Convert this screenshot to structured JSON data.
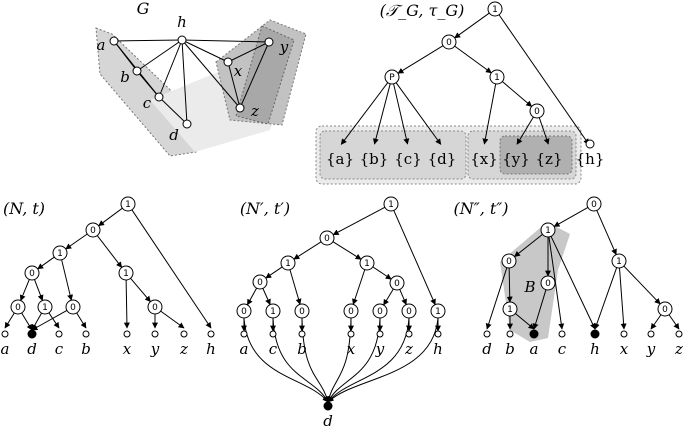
{
  "panels": {
    "graph": {
      "title": "G",
      "vertices": [
        {
          "id": "h",
          "label": "h"
        },
        {
          "id": "a",
          "label": "a"
        },
        {
          "id": "b",
          "label": "b"
        },
        {
          "id": "c",
          "label": "c"
        },
        {
          "id": "d",
          "label": "d"
        },
        {
          "id": "x",
          "label": "x"
        },
        {
          "id": "y",
          "label": "y"
        },
        {
          "id": "z",
          "label": "z"
        }
      ],
      "edges": [
        [
          "a",
          "h"
        ],
        [
          "a",
          "b"
        ],
        [
          "b",
          "c"
        ],
        [
          "c",
          "d"
        ],
        [
          "a",
          "c"
        ],
        [
          "b",
          "h"
        ],
        [
          "c",
          "h"
        ],
        [
          "d",
          "h"
        ],
        [
          "h",
          "x"
        ],
        [
          "h",
          "y"
        ],
        [
          "h",
          "z"
        ],
        [
          "x",
          "y"
        ],
        [
          "x",
          "z"
        ],
        [
          "y",
          "z"
        ]
      ]
    },
    "tree_tg": {
      "title": "(T́G, τG)",
      "title_text": "(𝒯_G, τ_G)",
      "nodes": [
        {
          "id": "r",
          "label": "1"
        },
        {
          "id": "n0",
          "label": "0"
        },
        {
          "id": "p",
          "label": "P"
        },
        {
          "id": "n1",
          "label": "1"
        },
        {
          "id": "n0b",
          "label": "0"
        }
      ],
      "leaves": [
        "{a}",
        "{b}",
        "{c}",
        "{d}",
        "{x}",
        "{y}",
        "{z}",
        "{h}"
      ]
    },
    "net_n": {
      "title": "(N, t)",
      "leaves": [
        "a",
        "d",
        "c",
        "b",
        "x",
        "y",
        "z",
        "h"
      ]
    },
    "net_n1": {
      "title": "(N′, t′)",
      "leaves": [
        "a",
        "c",
        "b",
        "x",
        "y",
        "z",
        "h"
      ],
      "bottom_leaf": "d"
    },
    "net_n2": {
      "title": "(N″, t″)",
      "block_label": "B",
      "leaves": [
        "d",
        "b",
        "a",
        "c",
        "h",
        "x",
        "y",
        "z"
      ]
    }
  }
}
